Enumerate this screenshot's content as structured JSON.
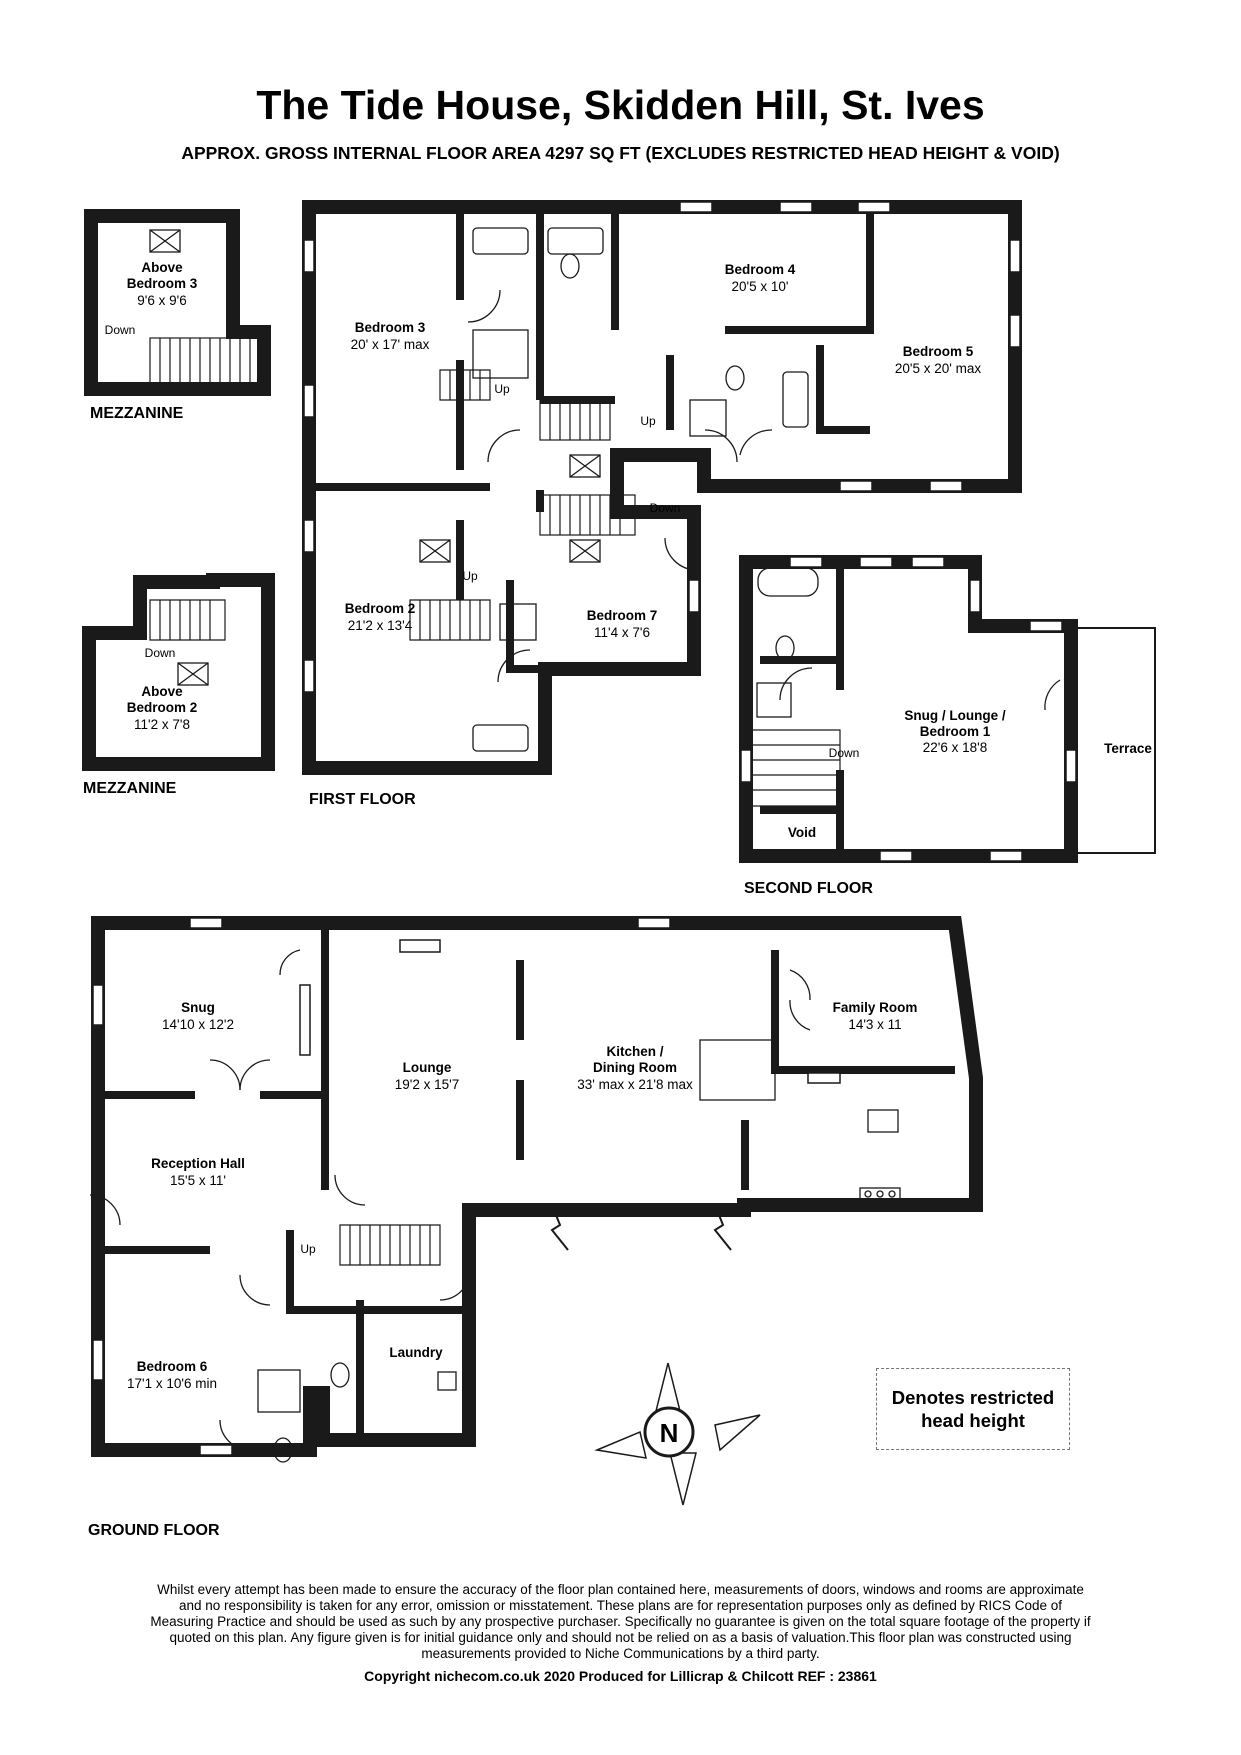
{
  "title": "The Tide House, Skidden Hill, St. Ives",
  "subtitle": "APPROX. GROSS INTERNAL FLOOR AREA 4297 SQ FT (EXCLUDES RESTRICTED HEAD HEIGHT & VOID)",
  "floors": {
    "mezzanine_top": "MEZZANINE",
    "mezzanine_bottom": "MEZZANINE",
    "first": "FIRST FLOOR",
    "second": "SECOND FLOOR",
    "ground": "GROUND FLOOR"
  },
  "rooms": {
    "above_bed3": {
      "name1": "Above",
      "name2": "Bedroom 3",
      "size": "9'6 x 9'6"
    },
    "above_bed2": {
      "name1": "Above",
      "name2": "Bedroom 2",
      "size": "11'2 x 7'8"
    },
    "bed3": {
      "name": "Bedroom 3",
      "size": "20' x 17' max"
    },
    "bed4": {
      "name": "Bedroom 4",
      "size": "20'5 x 10'"
    },
    "bed5": {
      "name": "Bedroom 5",
      "size": "20'5 x 20' max"
    },
    "bed2": {
      "name": "Bedroom 2",
      "size": "21'2 x 13'4"
    },
    "bed7": {
      "name": "Bedroom 7",
      "size": "11'4 x 7'6"
    },
    "snug_lounge": {
      "name1": "Snug / Lounge /",
      "name2": "Bedroom 1",
      "size": "22'6 x 18'8"
    },
    "terrace": {
      "name": "Terrace"
    },
    "void": {
      "name": "Void"
    },
    "snug": {
      "name": "Snug",
      "size": "14'10 x 12'2"
    },
    "lounge": {
      "name": "Lounge",
      "size": "19'2 x 15'7"
    },
    "kitchen": {
      "name1": "Kitchen /",
      "name2": "Dining Room",
      "size": "33' max x 21'8 max"
    },
    "family": {
      "name": "Family Room",
      "size": "14'3 x 11"
    },
    "reception": {
      "name": "Reception Hall",
      "size": "15'5 x 11'"
    },
    "bed6": {
      "name": "Bedroom 6",
      "size": "17'1 x 10'6 min"
    },
    "laundry": {
      "name": "Laundry"
    }
  },
  "stairs": {
    "down_mezz3": "Down",
    "down_mezz2": "Down",
    "up_bed3": "Up",
    "up_hall": "Up",
    "down_first": "Down",
    "up_bed2": "Up",
    "down_second": "Down",
    "up_ground": "Up"
  },
  "compass_letter": "N",
  "legend_text": "Denotes restricted head height",
  "disclaimer": "Whilst every attempt has been made to ensure the accuracy of the floor plan contained here, measurements of doors, windows and rooms are approximate and no responsibility is taken for any error, omission or misstatement. These plans are for representation purposes only as defined by RICS Code of Measuring Practice and should be used as such by any prospective purchaser.  Specifically no guarantee is given on the total square footage of the property if quoted on this plan. Any figure given is for initial guidance only and should not be relied on as a basis of valuation.This floor plan was constructed using measurements provided to Niche Communications by a third party.",
  "copyright": "Copyright nichecom.co.uk 2020    Produced for Lillicrap & Chilcott    REF :  23861",
  "colors": {
    "wall": "#1a1a1a",
    "background": "#ffffff",
    "restricted_border": "#777777"
  }
}
